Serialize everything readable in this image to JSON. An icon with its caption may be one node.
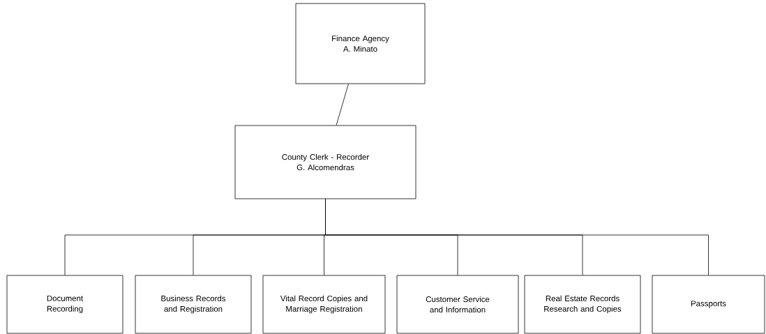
{
  "diagram": {
    "nodes": [
      {
        "text": [
          "Finance Agency",
          "A. Minato"
        ]
      },
      {
        "text": [
          "County Clerk - Recorder",
          "G. Alcomendras"
        ]
      },
      {
        "text": [
          "Document Recording"
        ]
      },
      {
        "text": [
          "Business Records and Registration"
        ]
      },
      {
        "text": [
          "Vital Record Copies and Marriage Registration"
        ]
      },
      {
        "text": [
          "Customer Service and Information"
        ]
      },
      {
        "text": [
          "Real Estate Records Research and Copies"
        ]
      },
      {
        "text": [
          "Passports"
        ]
      }
    ],
    "edges": [
      {
        "from": 0,
        "to": 1,
        "arrow": "none"
      },
      {
        "from": 1,
        "to": 2,
        "arrow": "none"
      },
      {
        "from": 1,
        "to": 3,
        "arrow": "none"
      },
      {
        "from": 1,
        "to": 4,
        "arrow": "none"
      },
      {
        "from": 1,
        "to": 5,
        "arrow": "none"
      },
      {
        "from": 1,
        "to": 6,
        "arrow": "none"
      },
      {
        "from": 1,
        "to": 7,
        "arrow": "none"
      }
    ]
  }
}
